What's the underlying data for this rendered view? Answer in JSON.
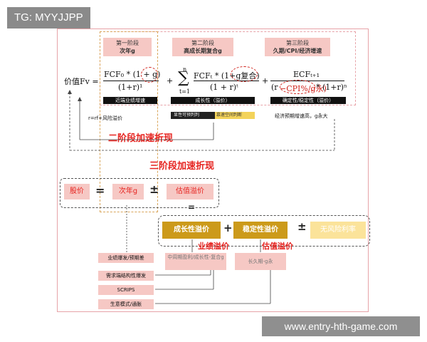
{
  "header_tag": "TG: MYYJJPP",
  "watermark": "www.entry-hth-game.com",
  "stages": [
    {
      "line1": "第一阶段",
      "line2": "次年g"
    },
    {
      "line1": "第二阶段",
      "line2": "高成长期复合g"
    },
    {
      "line1": "第三阶段",
      "line2": "久期/CPI/经济增速"
    }
  ],
  "formula": {
    "pv_label": "价值Fv =",
    "t1_num": "FCF₀ * (1 + g)",
    "t1_den": "(1+r)¹",
    "sum_top": "n",
    "sum_bot": "t=1",
    "t2_num": "FCFₜ * (1+g复合)",
    "t2_den": "(1 + r)ᵗ",
    "t3_num": "ECFₜ₊₁",
    "t3_den_a": "(r",
    "t3_den_b": "−CPI%/g永)",
    "t3_den_c": "* (1+r)ⁿ",
    "plus1": "+",
    "plus2": "+"
  },
  "bars": {
    "b1": "近端业绩增速",
    "b2": "成长性（溢价）",
    "b2b": "显性可预判判",
    "b2c": "慕速空间判断",
    "b3": "确定性/稳定性（溢价）",
    "b3b": "经济预期增速高，g永大"
  },
  "rfr": "r=rf+风险溢价",
  "labels": {
    "two_stage": "二阶段加速折现",
    "three_stage": "三阶段加速折现",
    "growth_premium_label": "业绩溢价",
    "valuation_premium_label": "估值溢价"
  },
  "equation": {
    "price": "股价",
    "eq": "=",
    "next_g": "次年g",
    "pm": "±",
    "val_premium": "估值溢价",
    "eq2": "="
  },
  "premium_row": {
    "growth": "成长性溢价",
    "plus": "+",
    "stability": "稳定性溢价",
    "pm": "±",
    "riskfree": "无风险利率"
  },
  "sub_boxes": {
    "mid": "中周期盈利/成长性-复合g",
    "long": "长久期-g永"
  },
  "drivers": [
    "业绩爆发/预期差",
    "需求端结构性爆发",
    "SCRIPS",
    "生意模式/通胀"
  ],
  "colors": {
    "pink": "#f6c8c4",
    "gold": "#cc9a1a",
    "red": "#e6231f",
    "frame": "#e7a3a8"
  }
}
